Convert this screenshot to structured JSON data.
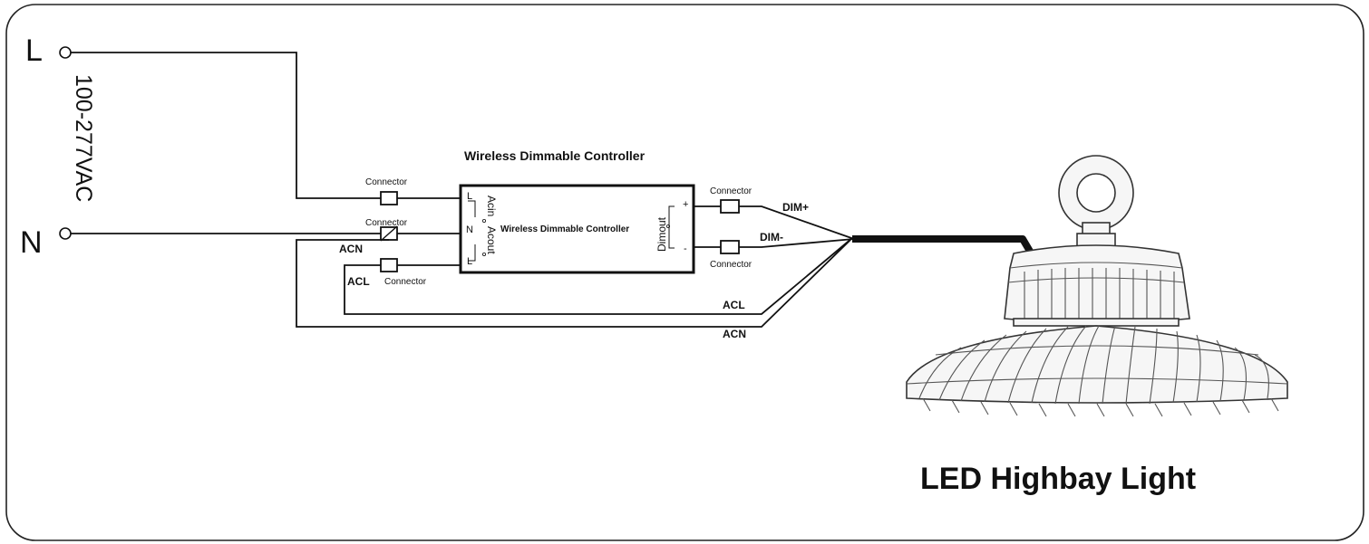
{
  "supply": {
    "line_terminal": "L",
    "neutral_terminal": "N",
    "voltage": "100-277VAC"
  },
  "controller": {
    "title": "Wireless Dimmable Controller",
    "inner_label": "Wireless Dimmable Controller",
    "pin_l": "L",
    "pin_n": "N",
    "pin_l2": "L",
    "acin_label": "Acin",
    "acout_label": "Acout",
    "dimout_label": "Dimout",
    "plus": "+",
    "minus": "-"
  },
  "connectors": {
    "top_l": "Connector",
    "top_n": "Connector",
    "acl_side": "Connector",
    "dim_plus": "Connector",
    "dim_minus": "Connector"
  },
  "wires": {
    "acn_left": "ACN",
    "acl_left": "ACL",
    "dim_plus": "DIM+",
    "dim_minus": "DIM-",
    "acl_bottom": "ACL",
    "acn_bottom": "ACN"
  },
  "lamp": {
    "label": "LED Highbay Light"
  },
  "colors": {
    "line": "#111111",
    "frame": "#222222",
    "lamp_fill": "#f6f6f6"
  }
}
